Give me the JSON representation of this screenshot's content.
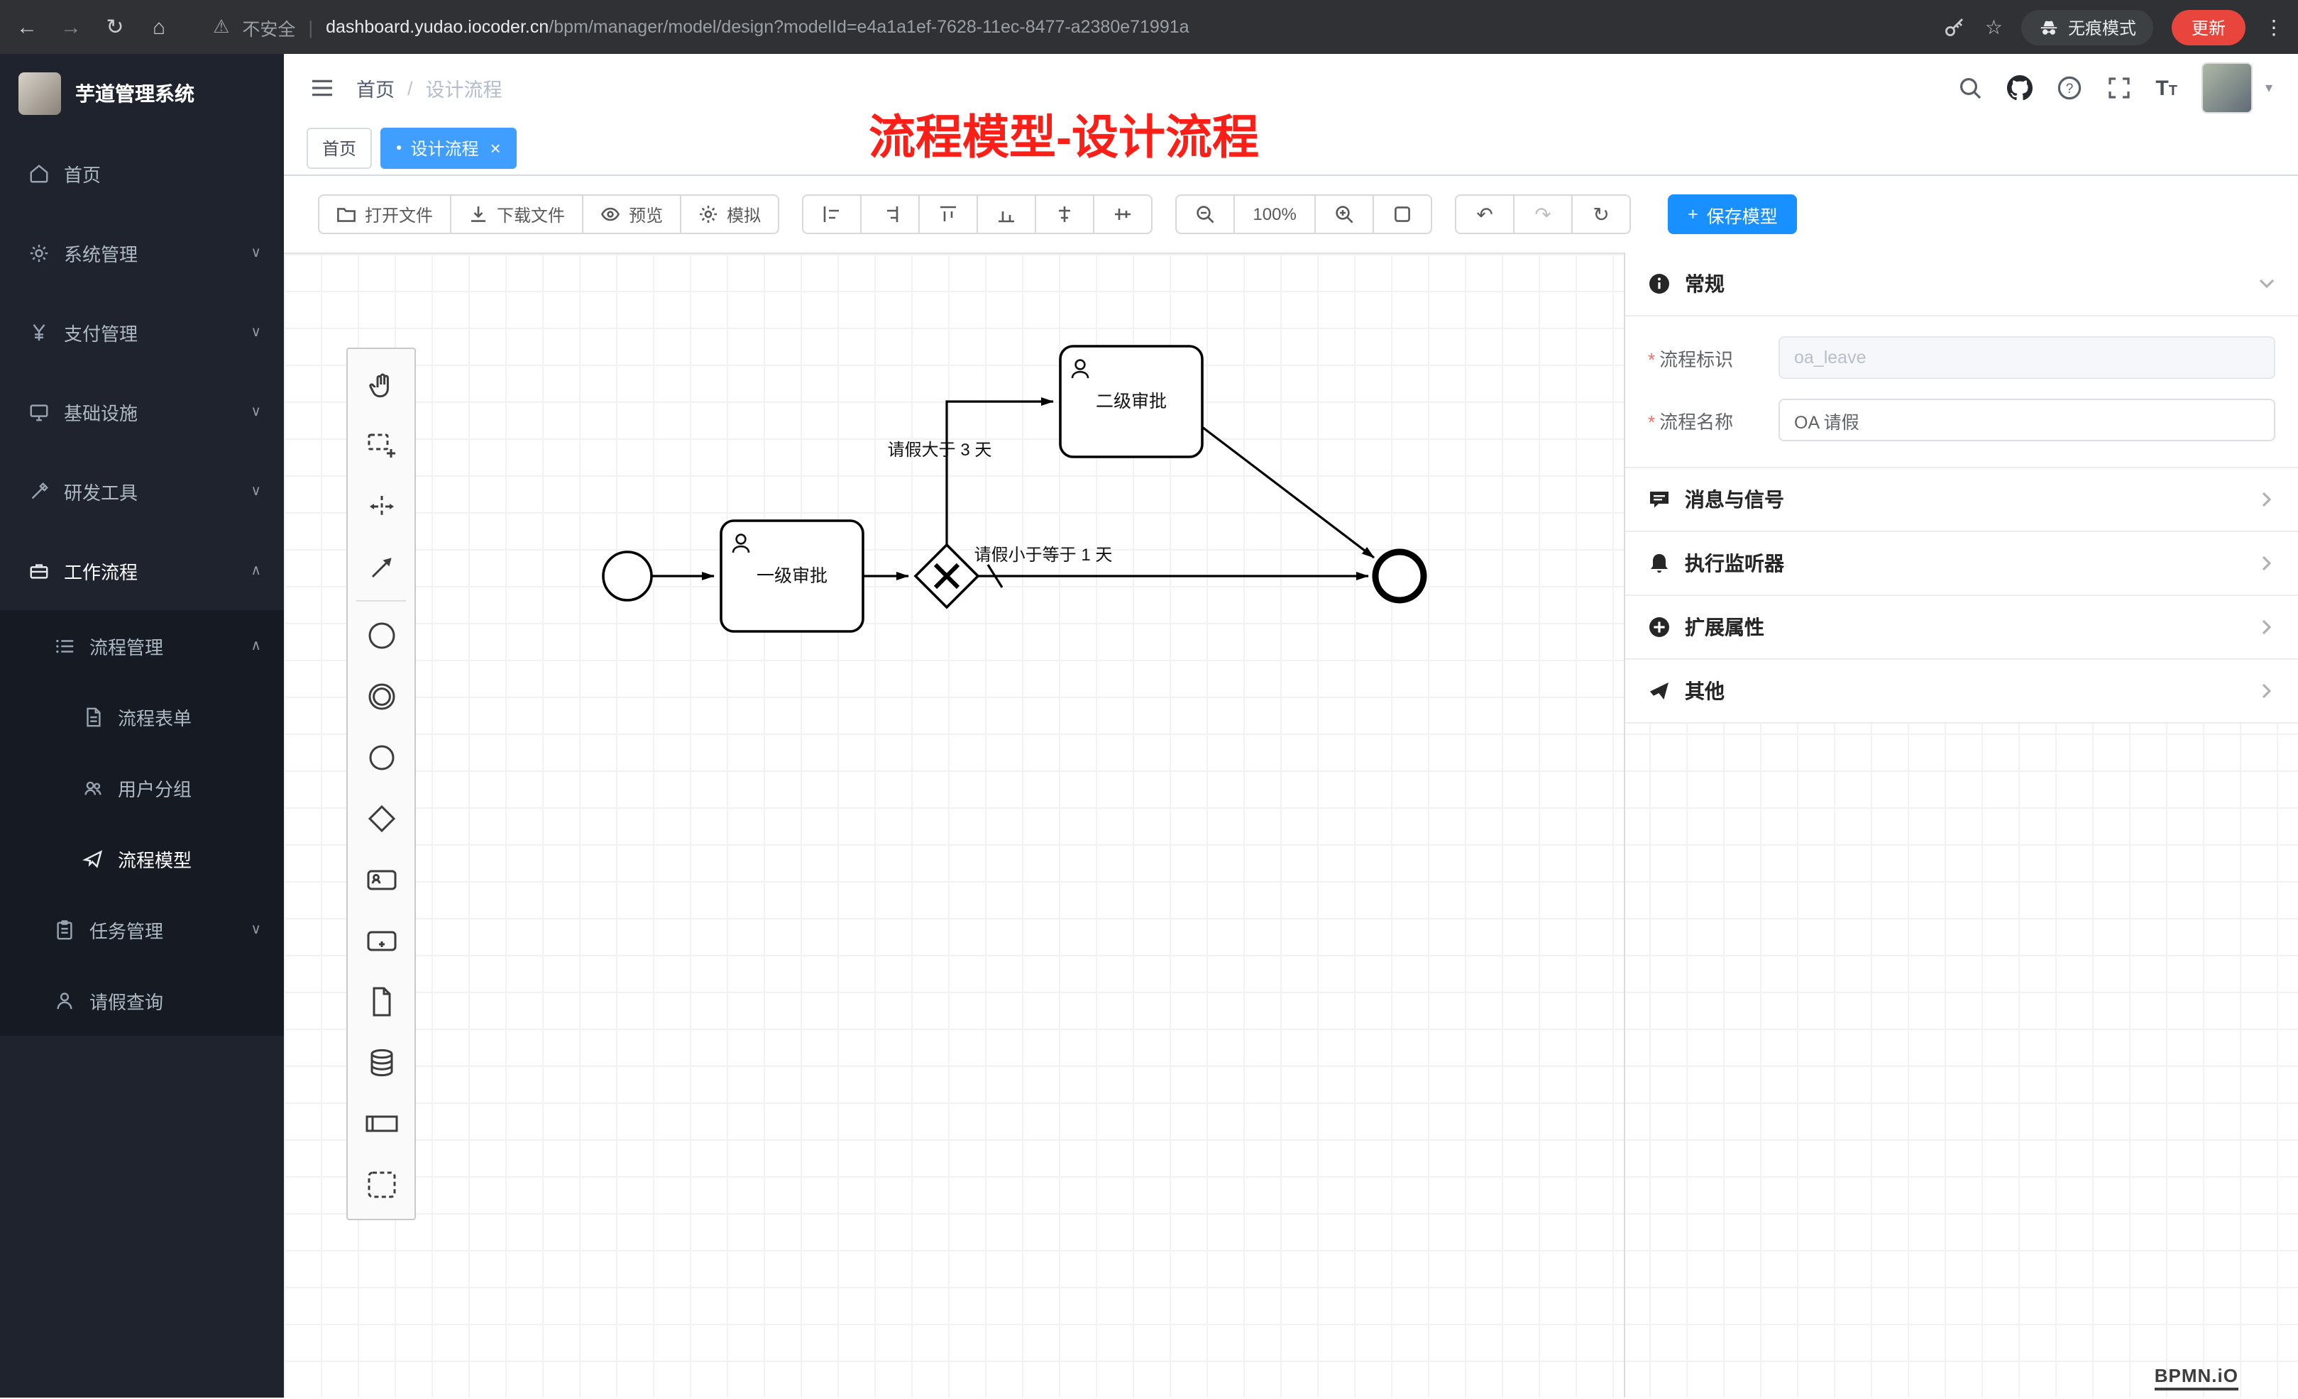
{
  "icons": {
    "back": "←",
    "forward": "→",
    "reload": "↻",
    "home": "⌂",
    "warning": "⚠",
    "separator": "|",
    "star": "☆",
    "dots": "⋮",
    "chevron_down": "∨",
    "chevron_up": "∧",
    "dot": "●",
    "close": "×",
    "slash": "/",
    "plus": "+",
    "caret_down": "▾",
    "undo": "↶",
    "redo": "↷",
    "refresh": "↻",
    "question": "?",
    "font_large": "T",
    "font_small": "T"
  },
  "browser": {
    "security_label": "不安全",
    "url_domain": "dashboard.yudao.iocoder.cn",
    "url_path": "/bpm/manager/model/design?modelId=e4a1a1ef-7628-11ec-8477-a2380e71991a",
    "incognito_label": "无痕模式",
    "update_label": "更新"
  },
  "sidebar": {
    "logo_title": "芋道管理系统",
    "items": [
      {
        "label": "首页"
      },
      {
        "label": "系统管理"
      },
      {
        "label": "支付管理"
      },
      {
        "label": "基础设施"
      },
      {
        "label": "研发工具"
      },
      {
        "label": "工作流程"
      },
      {
        "label": "流程管理"
      },
      {
        "label": "流程表单"
      },
      {
        "label": "用户分组"
      },
      {
        "label": "流程模型"
      },
      {
        "label": "任务管理"
      },
      {
        "label": "请假查询"
      }
    ]
  },
  "header": {
    "breadcrumb_home": "首页",
    "breadcrumb_current": "设计流程"
  },
  "annotation": "流程模型-设计流程",
  "tabs": {
    "tab1": "首页",
    "tab2": "设计流程"
  },
  "toolbar": {
    "open": "打开文件",
    "download": "下载文件",
    "preview": "预览",
    "simulate": "模拟",
    "zoom_level": "100%",
    "save": "保存模型"
  },
  "diagram": {
    "task1_label": "一级审批",
    "task2_label": "二级审批",
    "flow_gt_label": "请假大于 3 天",
    "flow_le_label": "请假小于等于 1 天",
    "nodes": [
      {
        "type": "start-event"
      },
      {
        "type": "user-task",
        "label": "一级审批"
      },
      {
        "type": "exclusive-gateway"
      },
      {
        "type": "user-task",
        "label": "二级审批"
      },
      {
        "type": "end-event"
      }
    ],
    "flows": [
      {
        "from": "start-event",
        "to": "一级审批"
      },
      {
        "from": "一级审批",
        "to": "exclusive-gateway"
      },
      {
        "from": "exclusive-gateway",
        "to": "二级审批",
        "label": "请假大于 3 天"
      },
      {
        "from": "exclusive-gateway",
        "to": "end-event",
        "label": "请假小于等于 1 天",
        "default": true
      },
      {
        "from": "二级审批",
        "to": "end-event"
      }
    ]
  },
  "panel": {
    "sections": {
      "general": "常规",
      "message": "消息与信号",
      "listener": "执行监听器",
      "ext": "扩展属性",
      "other": "其他"
    },
    "required_mark": "*",
    "field_key_label": "流程标识",
    "field_key_value": "oa_leave",
    "field_name_label": "流程名称",
    "field_name_value": "OA 请假"
  },
  "watermark": "BPMN.iO"
}
